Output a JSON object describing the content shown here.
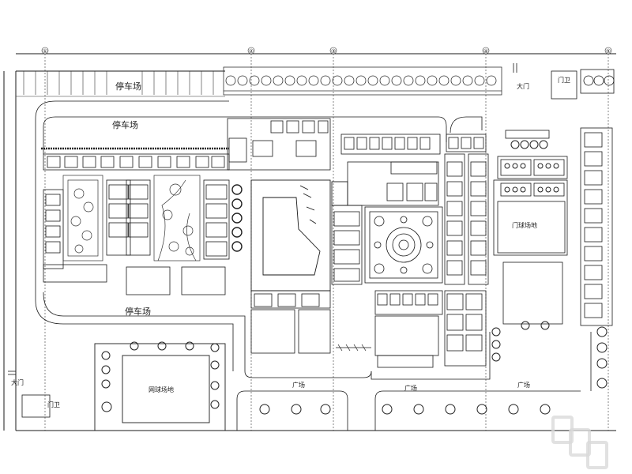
{
  "labels": {
    "parking_top": "停车场",
    "parking_mid": "停车场",
    "parking_bottom": "停车场",
    "main_gate_top": "大门",
    "guard_top": "门卫",
    "main_gate_left": "大门",
    "guard_left": "门卫",
    "tennis_court": "网球场地",
    "gate_ball_court": "门球场地",
    "plaza_1": "广场",
    "plaza_2": "广场",
    "plaza_3": "广场"
  },
  "grid_axes": [
    "①",
    "②",
    "③",
    "④",
    "⑤"
  ],
  "colors": {
    "line": "#1a1a1a",
    "tree": "#333333",
    "background": "#ffffff"
  }
}
